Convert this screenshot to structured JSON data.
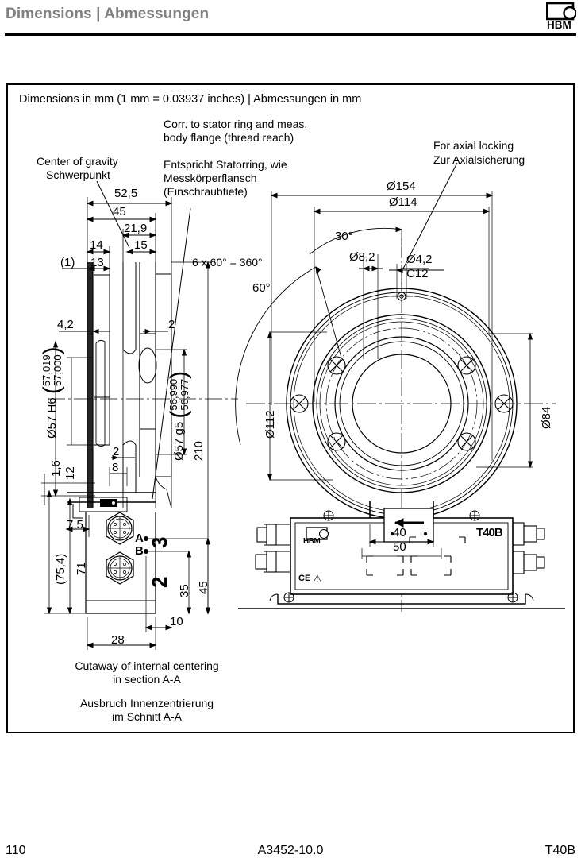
{
  "header": {
    "title": "Dimensions | Abmessungen",
    "logo_text": "HBM",
    "logo_name": "hbm-logo"
  },
  "frame": {
    "units_note": "Dimensions in mm (1 mm = 0.03937 inches) | Abmessungen in mm"
  },
  "annotations": {
    "center_of_gravity_en": "Center of gravity",
    "center_of_gravity_de": "Schwerpunkt",
    "stator_en_line1": "Corr. to stator ring and meas.",
    "stator_en_line2": "body flange (thread reach)",
    "stator_de_line1": "Entspricht Statorring, wie",
    "stator_de_line2": "Messkörperflansch",
    "stator_de_line3": "(Einschraubtiefe)",
    "axial_locking_en": "For axial locking",
    "axial_locking_de": "Zur Axialsicherung",
    "bolt_circle_note": "6 x 60° = 360°"
  },
  "caption": {
    "en_line1": "Cutaway of internal centering",
    "en_line2": "in section A-A",
    "de_line1": "Ausbruch Innenzentrierung",
    "de_line2": "im Schnitt A-A"
  },
  "side_view": {
    "dim_52_5": "52,5",
    "dim_45": "45",
    "dim_21_9": "21,9",
    "dim_14": "14",
    "dim_15": "15",
    "dim_1_paren": "(1)",
    "dim_13": "13",
    "dim_4_2": "4,2",
    "dim_2_upper": "2",
    "dim_2_lower": "2",
    "dim_8": "8",
    "dim_12": "12",
    "dim_1_6": "1,6",
    "dim_7_5": "7,5",
    "dim_71": "71",
    "dim_75_4": "(75,4)",
    "dim_210": "210",
    "dim_35": "35",
    "dim_45_right": "45",
    "dim_10": "10",
    "dim_28": "28",
    "bore_label": "Ø57 H6",
    "bore_tol_upper": "57,019",
    "bore_tol_lower": "57,000",
    "shaft_label": "Ø57 g5",
    "shaft_tol_upper": "56,990",
    "shaft_tol_lower": "56,977",
    "connector_upper": "3",
    "connector_lower": "2",
    "section_mark_a": "A",
    "section_mark_b": "B"
  },
  "front_view": {
    "dia_154": "Ø154",
    "dia_114": "Ø114",
    "dia_112": "Ø112",
    "dia_84": "Ø84",
    "dia_8_2": "Ø8,2",
    "dia_4_2": "Ø4,2",
    "fit_c12": "C12",
    "angle_30": "30°",
    "angle_60": "60°",
    "dim_40": "40",
    "dim_50": "50",
    "housing_label": "T40B",
    "housing_logo": "HBM",
    "ce_mark": "CE",
    "warning_mark": "⚠"
  },
  "footer": {
    "page_number": "110",
    "doc_number": "A3452-10.0",
    "product": "T40B"
  },
  "colors": {
    "header_gray": "#808080",
    "line_black": "#000000",
    "background": "#ffffff"
  }
}
